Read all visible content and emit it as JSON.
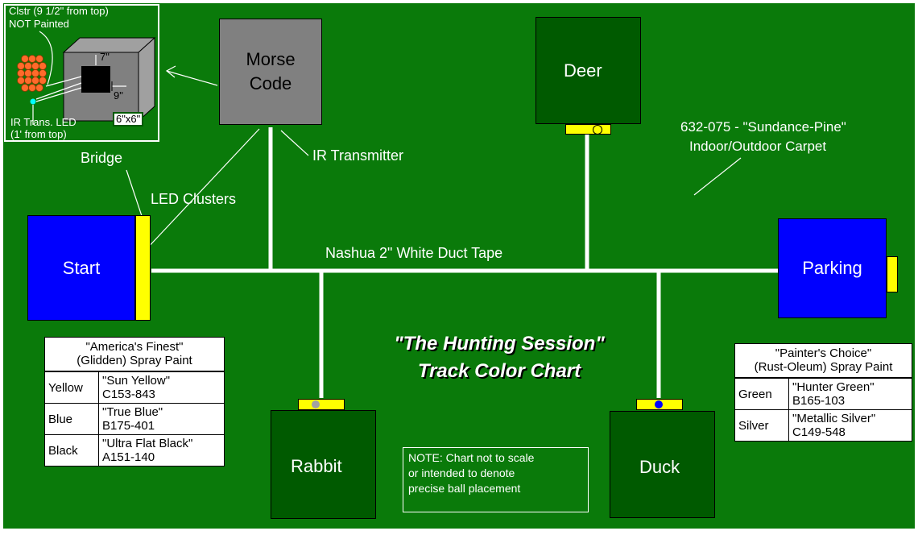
{
  "colors": {
    "carpet": "#0a7a0a",
    "target_green": "#005a00",
    "blue": "#0000ff",
    "yellow": "#ffff00",
    "gray": "#808080",
    "tape": "#ffffff"
  },
  "title": {
    "line1": "\"The Hunting Session\"",
    "line2": "Track Color Chart"
  },
  "blocks": {
    "start": "Start",
    "parking": "Parking",
    "deer": "Deer",
    "rabbit": "Rabbit",
    "duck": "Duck",
    "morse_line1": "Morse",
    "morse_line2": "Code"
  },
  "labels": {
    "bridge": "Bridge",
    "led_clusters": "LED Clusters",
    "ir_transmitter": "IR Transmitter",
    "duct_tape": "Nashua 2\" White Duct Tape",
    "carpet_line1": "632-075 - \"Sundance-Pine\"",
    "carpet_line2": "Indoor/Outdoor Carpet"
  },
  "inset": {
    "cluster_line1": "Clstr (9 1/2\" from top)",
    "cluster_line2": "NOT Painted",
    "dim_height": "7\"",
    "dim_width": "9\"",
    "size": "6\"x6\"",
    "led_line1": "IR Trans. LED",
    "led_line2": "(1' from top)"
  },
  "paint_glidden": {
    "header_line1": "\"America's Finest\"",
    "header_line2": "(Glidden) Spray Paint",
    "rows": [
      {
        "color": "Yellow",
        "name": "\"Sun Yellow\"",
        "code": "C153-843"
      },
      {
        "color": "Blue",
        "name": "\"True Blue\"",
        "code": "B175-401"
      },
      {
        "color": "Black",
        "name": "\"Ultra Flat Black\"",
        "code": "A151-140"
      }
    ]
  },
  "paint_rustoleum": {
    "header_line1": "\"Painter's Choice\"",
    "header_line2": "(Rust-Oleum) Spray Paint",
    "rows": [
      {
        "color": "Green",
        "name": "\"Hunter Green\"",
        "code": "B165-103"
      },
      {
        "color": "Silver",
        "name": "\"Metallic Silver\"",
        "code": "C149-548"
      }
    ]
  },
  "note": {
    "line1": "NOTE: Chart not to scale",
    "line2": "or intended to denote",
    "line3": "precise ball placement"
  }
}
